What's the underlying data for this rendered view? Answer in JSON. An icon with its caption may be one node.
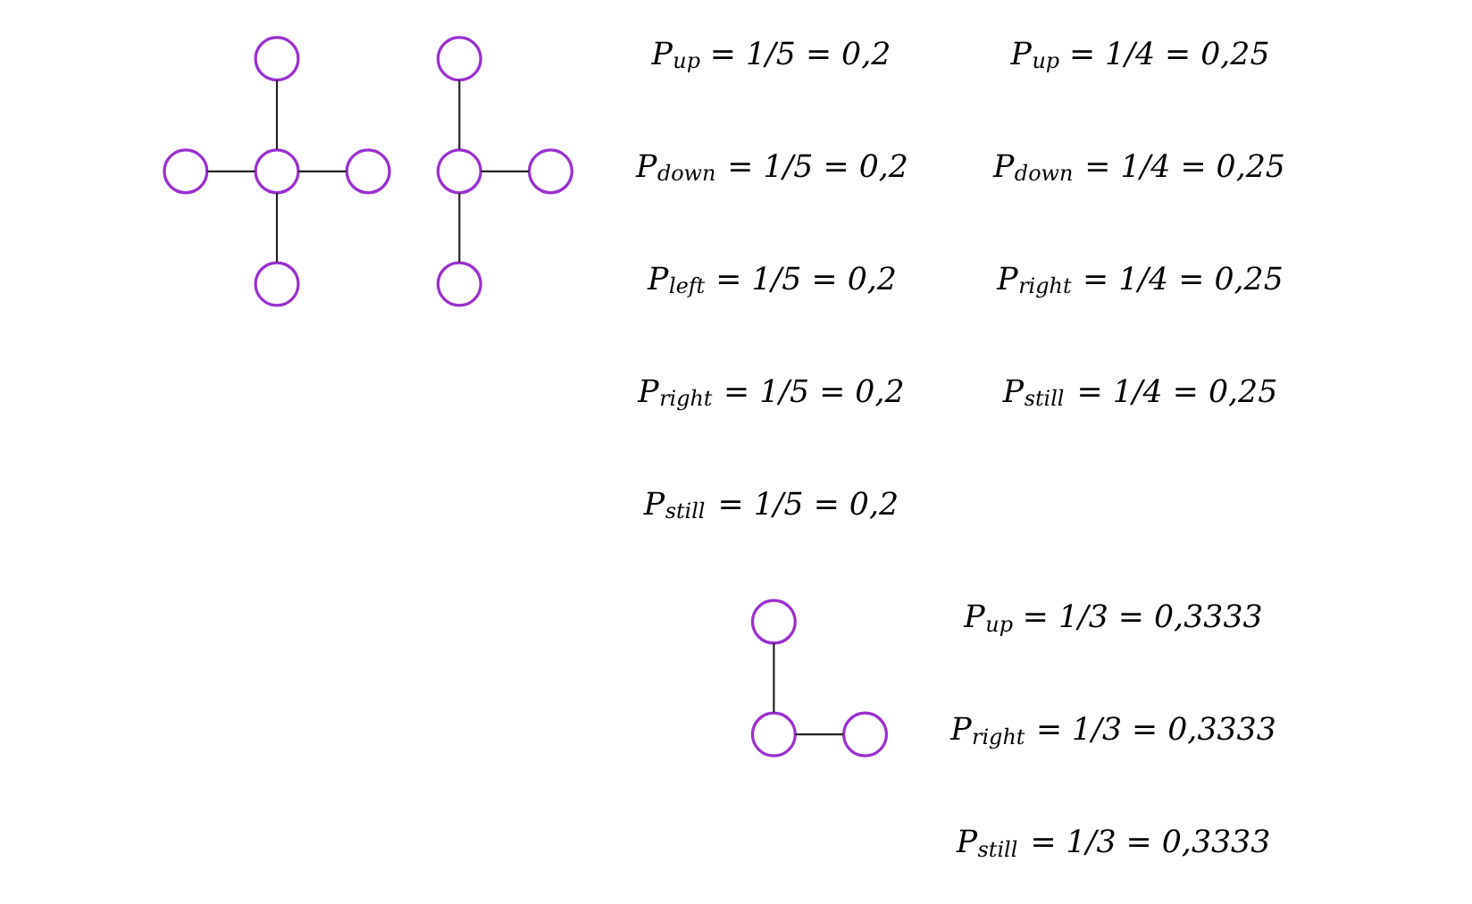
{
  "diagram": {
    "nodes": [
      {
        "text": [],
        "shape": "circle"
      },
      {
        "text": [],
        "shape": "circle"
      },
      {
        "text": [],
        "shape": "circle"
      },
      {
        "text": [],
        "shape": "circle"
      },
      {
        "text": [],
        "shape": "circle"
      },
      {
        "text": [],
        "shape": "circle"
      },
      {
        "text": [],
        "shape": "circle"
      },
      {
        "text": [],
        "shape": "circle"
      },
      {
        "text": [],
        "shape": "circle"
      },
      {
        "text": [],
        "shape": "circle"
      },
      {
        "text": [],
        "shape": "circle"
      },
      {
        "text": [],
        "shape": "circle"
      }
    ],
    "edges": [
      {
        "from": 0,
        "to": 2,
        "arrow": "none"
      },
      {
        "from": 1,
        "to": 2,
        "arrow": "none"
      },
      {
        "from": 2,
        "to": 3,
        "arrow": "none"
      },
      {
        "from": 2,
        "to": 4,
        "arrow": "none"
      },
      {
        "from": 5,
        "to": 6,
        "arrow": "none"
      },
      {
        "from": 6,
        "to": 7,
        "arrow": "none"
      },
      {
        "from": 6,
        "to": 8,
        "arrow": "none"
      },
      {
        "from": 9,
        "to": 10,
        "arrow": "none"
      },
      {
        "from": 10,
        "to": 11,
        "arrow": "none"
      }
    ],
    "labels": [
      "P$_{up}$ = 1/5 = 0,2",
      "P$_{down}$ = 1/5 = 0,2",
      "P$_{left}$ = 1/5 = 0,2",
      "P$_{right}$ = 1/5 = 0,2",
      "P$_{still}$ = 1/5 = 0,2",
      "P$_{up}$ = 1/4 = 0,25",
      "P$_{down}$ = 1/4 = 0,25",
      "P$_{right}$ = 1/4 = 0,25",
      "P$_{still}$ = 1/4 = 0,25",
      "P$_{up}$ = 1/3 = 0,3333",
      "P$_{right}$ = 1/3 = 0,3333",
      "P$_{still}$ = 1/3 = 0,3333"
    ]
  }
}
